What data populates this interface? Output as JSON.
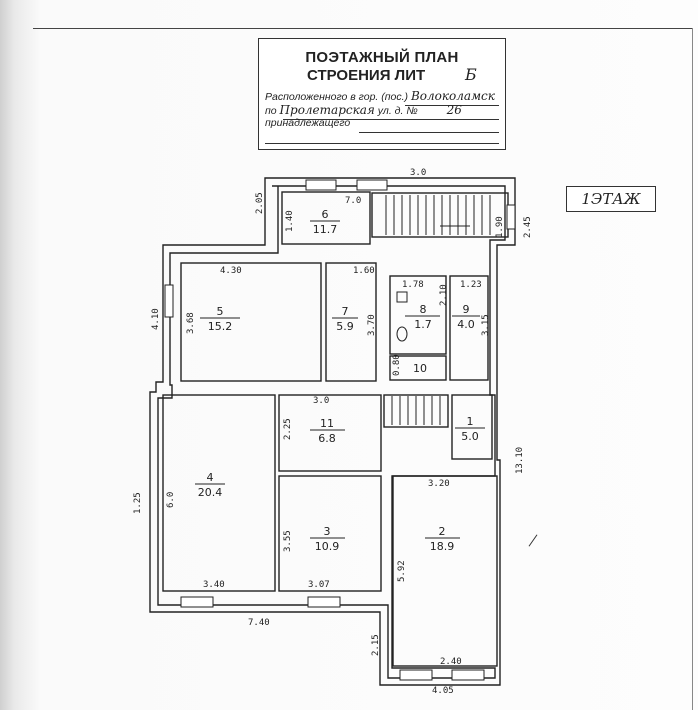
{
  "title_block": {
    "line1": "ПОЭТАЖНЫЙ ПЛАН",
    "line2": "СТРОЕНИЯ ЛИТ",
    "letter": "Б",
    "located_label": "Расположенного в гор. (пос.)",
    "city": "Волоколамск",
    "street_prefix": "по",
    "street": "Пролетарская",
    "house_label": "ул. д. №",
    "house_no": "26",
    "owner_label": "принадлежащего"
  },
  "floor_label": "1ЭТАЖ",
  "rooms": [
    {
      "no": "1",
      "area": "5.0"
    },
    {
      "no": "2",
      "area": "18.9"
    },
    {
      "no": "3",
      "area": "10.9"
    },
    {
      "no": "4",
      "area": "20.4"
    },
    {
      "no": "5",
      "area": "15.2"
    },
    {
      "no": "6",
      "area": "11.7"
    },
    {
      "no": "7",
      "area": "5.9"
    },
    {
      "no": "8",
      "area": "1.7"
    },
    {
      "no": "9",
      "area": "4.0"
    },
    {
      "no": "10",
      "area": ""
    },
    {
      "no": "11",
      "area": "6.8"
    }
  ],
  "dims": [
    "3.0",
    "2.05",
    "7.0",
    "1.40",
    "1.90",
    "2.45",
    "4.30",
    "1.60",
    "1.78",
    "1.23",
    "4.10",
    "3.68",
    "3.70",
    "2.10",
    "3.15",
    "0.80",
    "3.0",
    "2.25",
    "1.25",
    "6.0",
    "3.20",
    "3.55",
    "13.10",
    "5.92",
    "3.40",
    "3.07",
    "7.40",
    "2.15",
    "2.40",
    "4.05"
  ]
}
